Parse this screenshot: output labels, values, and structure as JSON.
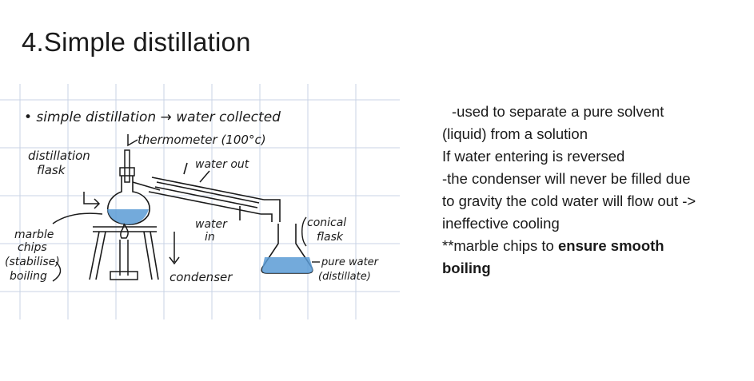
{
  "title": "4.Simple distillation",
  "diagram": {
    "heading": "• simple distillation → water collected",
    "labels": {
      "thermometer": "thermometer (100°c)",
      "distillation_flask": "distillation flask",
      "water_out": "water out",
      "water_in": "water in",
      "marble_chips": "marble chips (stabilise) boiling",
      "marble_chips_line1": "marble",
      "marble_chips_line2": "chips",
      "marble_chips_line3": "(stabilise)",
      "marble_chips_line4": "boiling",
      "conical_flask_line1": "conical",
      "conical_flask_line2": "flask",
      "pure_water_line1": "pure water",
      "pure_water_line2": "(distillate)",
      "condenser": "condenser"
    },
    "colors": {
      "water": "#5b9bd5",
      "grid": "#c9d3e6",
      "ink": "#1a1a1a"
    }
  },
  "notes": {
    "line1": "-used to separate a pure solvent",
    "line2": "(liquid) from a solution",
    "line3": "If water entering is reversed",
    "line4": "-the condenser will never be filled due",
    "line5": "to gravity the cold water will flow out ->",
    "line6": "ineffective cooling",
    "line7_prefix": "**marble chips to ",
    "line7_bold": "ensure smooth",
    "line8_bold": "boiling"
  }
}
